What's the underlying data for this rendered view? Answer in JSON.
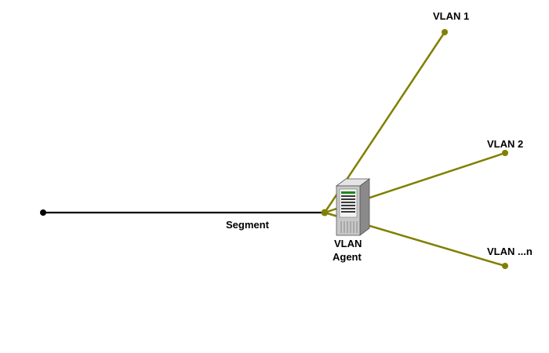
{
  "diagram": {
    "segment_label": "Segment",
    "agent_label_line1": "VLAN",
    "agent_label_line2": "Agent",
    "vlan_labels": [
      "VLAN 1",
      "VLAN 2",
      "VLAN ...n"
    ]
  },
  "colors": {
    "segment_line": "#000000",
    "vlan_line": "#808000",
    "node_dot": "#808000",
    "server_body": "#c8c8c8",
    "server_dark": "#8a8a8a",
    "label_text": "#000000"
  },
  "icons": {
    "agent": "server-tower-icon"
  }
}
